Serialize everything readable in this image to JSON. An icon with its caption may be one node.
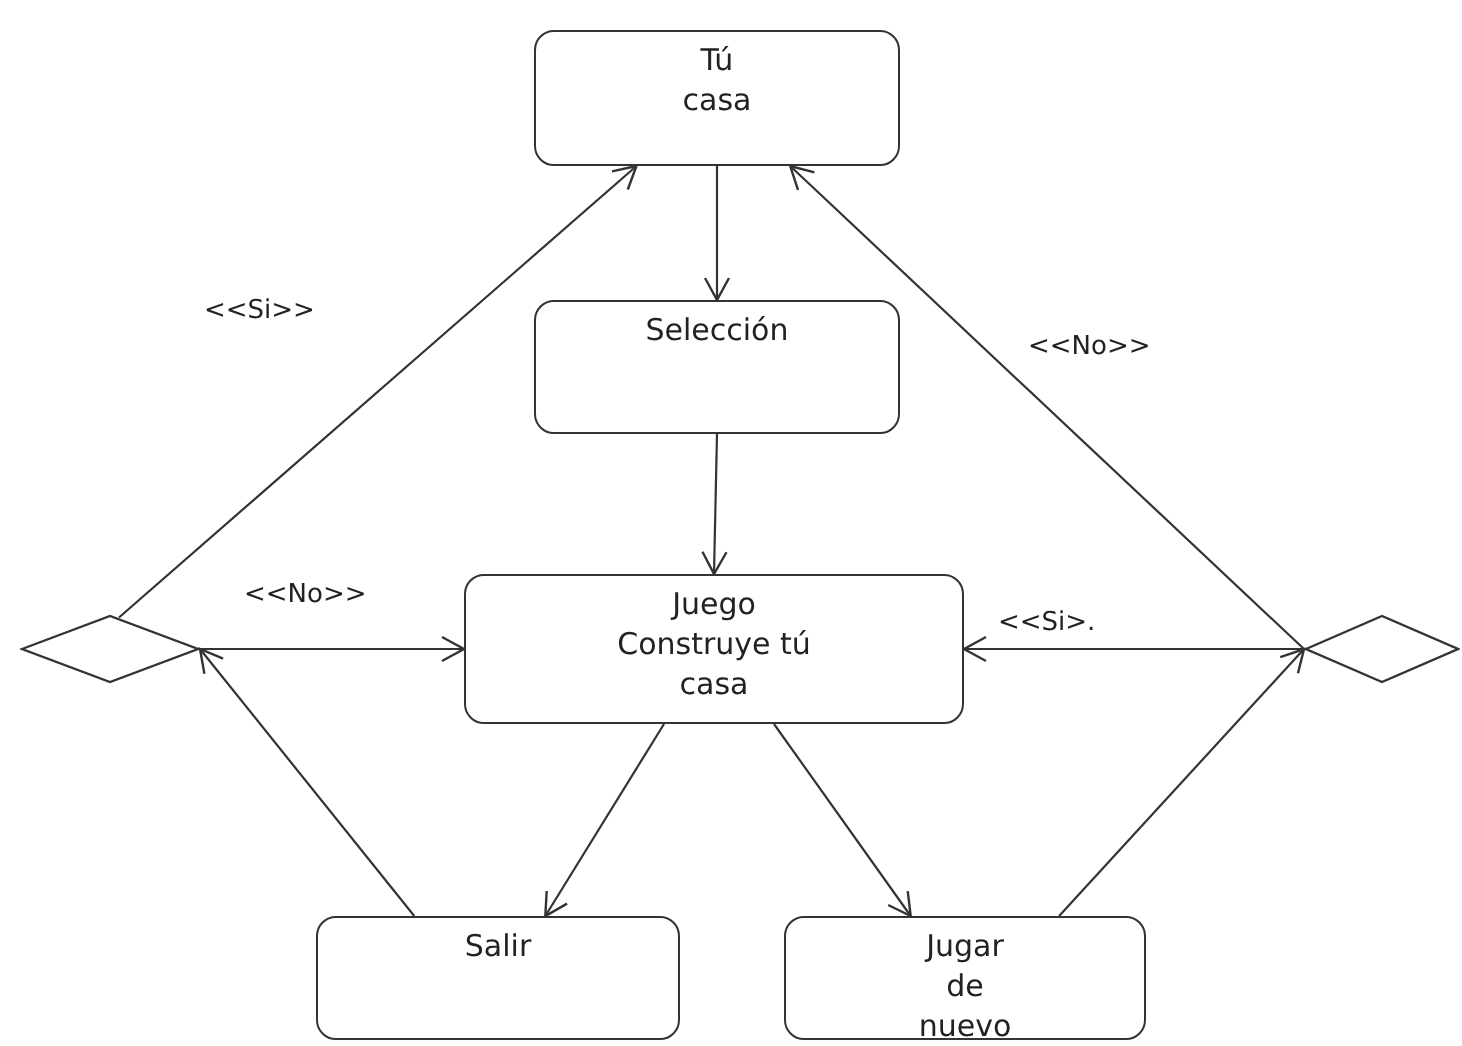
{
  "diagram": {
    "nodes": [
      {
        "text": [
          "Tú casa"
        ]
      },
      {
        "text": [
          "Selección"
        ]
      },
      {
        "text": [
          "Juego Construye tú casa"
        ]
      },
      {
        "text": [
          "Salir"
        ]
      },
      {
        "text": [
          "Jugar de nuevo"
        ]
      },
      {
        "text": [],
        "shape": "diamond"
      },
      {
        "text": [],
        "shape": "diamond"
      }
    ],
    "edges": [
      {
        "from": 0,
        "to": 1,
        "arrow": "to"
      },
      {
        "from": 1,
        "to": 2,
        "arrow": "to"
      },
      {
        "from": 2,
        "to": 3,
        "arrow": "to"
      },
      {
        "from": 2,
        "to": 4,
        "arrow": "to"
      },
      {
        "from": 3,
        "to": 5,
        "arrow": "to"
      },
      {
        "from": 4,
        "to": 6,
        "arrow": "to"
      },
      {
        "from": 5,
        "to": 0,
        "arrow": "to",
        "label": "<<Si>>"
      },
      {
        "from": 5,
        "to": 2,
        "arrow": "to",
        "label": "<<No>>"
      },
      {
        "from": 6,
        "to": 2,
        "arrow": "to",
        "label": "<<Si>."
      },
      {
        "from": 6,
        "to": 0,
        "arrow": "to",
        "label": "<<No>>"
      }
    ]
  }
}
